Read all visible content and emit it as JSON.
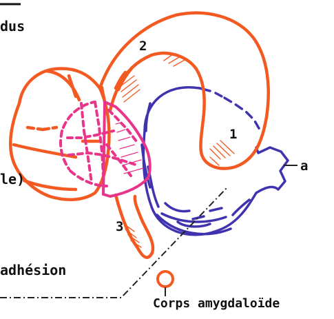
{
  "labels": {
    "top_left": "dus",
    "left_middle": "le)",
    "bottom_left": "adhésion",
    "bottom_right": "Corps amygdaloïde",
    "number_1": "1",
    "number_2": "2",
    "number_3": "3",
    "letter_a": "a"
  },
  "colors": {
    "orange_structure": "#f25a22",
    "pink_structure": "#e8358a",
    "blue_structure": "#4033b0",
    "annotation_line": "#222222",
    "text": "#111111"
  }
}
